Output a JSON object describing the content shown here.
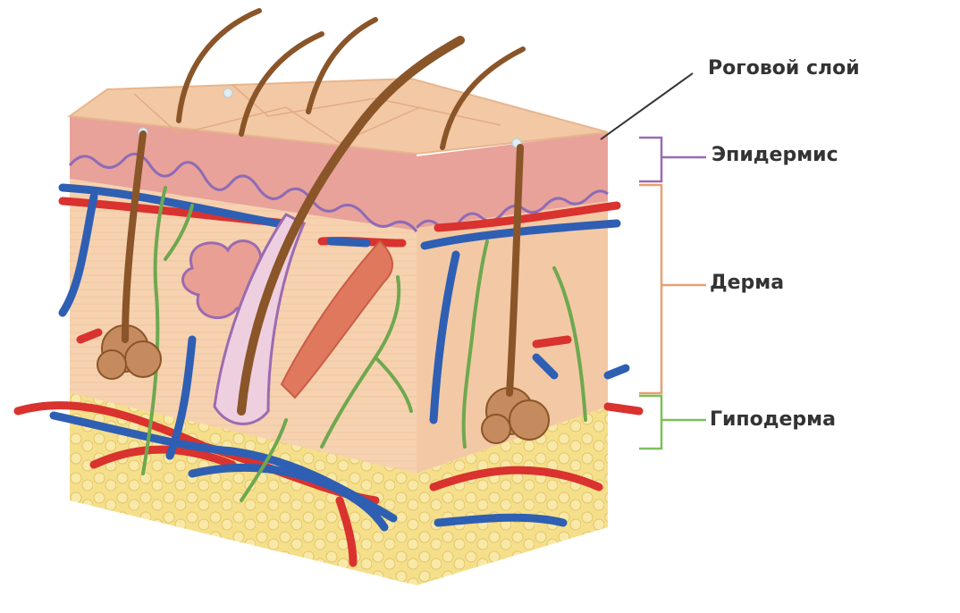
{
  "labels": {
    "stratum_corneum": "Роговой слой",
    "epidermis": "Эпидермис",
    "dermis": "Дерма",
    "hypodermis": "Гиподерма"
  },
  "colors": {
    "skin_surface": "#f2c9a4",
    "epidermis": "#e8a29a",
    "dermis": "#f6d2b0",
    "hypodermis_fat": "#f5df8a",
    "artery": "#d9322f",
    "vein": "#2f5fb3",
    "nerve": "#6ea84f",
    "hair": "#8a5528",
    "muscle": "#e0785e",
    "gland": "#c68a5f",
    "bracket_epidermis": "#9b6bb0",
    "bracket_dermis": "#e8a070",
    "bracket_hypodermis": "#7cbf5a",
    "label_text": "#333333"
  }
}
